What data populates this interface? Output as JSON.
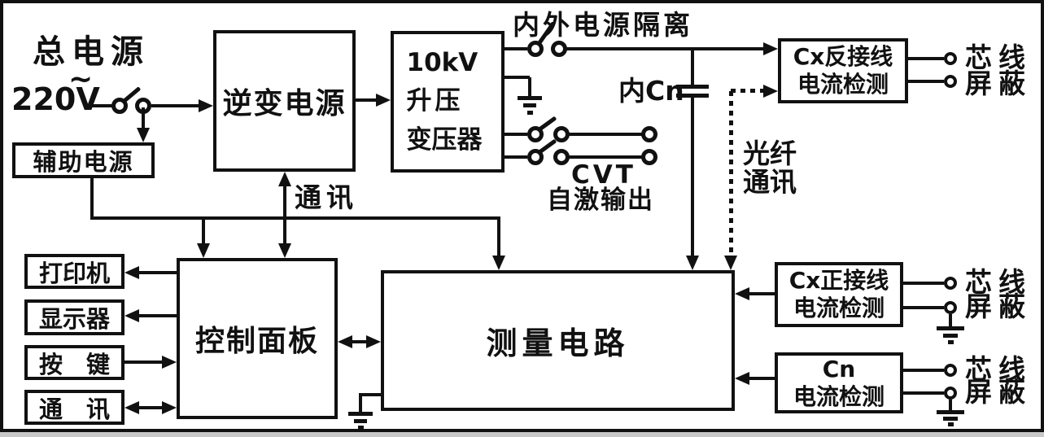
{
  "source": {
    "title": "总电源",
    "voltage": "220V",
    "tilde": "~"
  },
  "boxes": {
    "aux": "辅助电源",
    "inverter": "逆变电源",
    "transformer": [
      "10kV",
      "升压",
      "变压器"
    ],
    "panel": "控制面板",
    "measure": "测量电路",
    "cx_reverse": [
      "Cx反接线",
      "电流检测"
    ],
    "cx_forward": [
      "Cx正接线",
      "电流检测"
    ],
    "cn": [
      "Cn",
      "电流检测"
    ],
    "printer": "打印机",
    "display": "显示器",
    "keys": "按　键",
    "comm": "通　讯"
  },
  "labels": {
    "isolation": "内外电源隔离",
    "inner_cn": "内Cn",
    "cvt": [
      "CVT",
      "自激输出"
    ],
    "comm": "通讯",
    "fiber": [
      "光纤",
      "通讯"
    ],
    "core": "芯线",
    "shield": "屏蔽"
  },
  "colors": {
    "ink": "#111111",
    "background": "#ffffff",
    "frame_shadow": "#c8c8c8"
  }
}
